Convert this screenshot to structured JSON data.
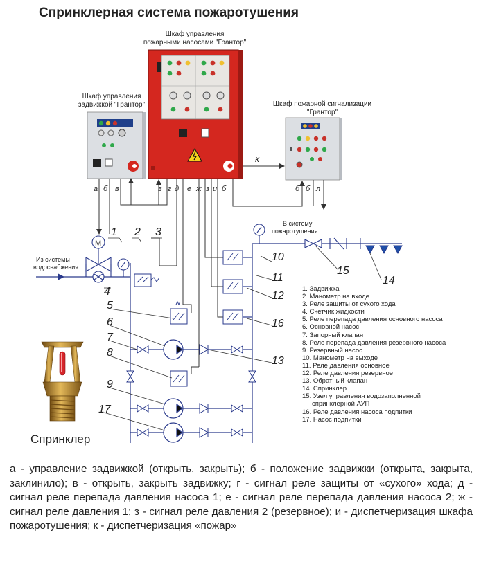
{
  "title": "Спринклерная система пожаротушения",
  "cabinets": {
    "pump_control": {
      "line1": "Шкаф управления",
      "line2": "пожарными насосами \"Грантор\""
    },
    "valve_control": {
      "line1": "Шкаф управления",
      "line2": "задвижкой \"Грантор\""
    },
    "fire_alarm": {
      "line1": "Шкаф пожарной сигнализации",
      "line2": "\"Грантор\""
    }
  },
  "signal_letters": {
    "valve_left": [
      "а",
      "б",
      "в"
    ],
    "pump_bottom": [
      "в",
      "г",
      "д",
      "е",
      "ж",
      "з",
      "и",
      "б"
    ],
    "alarm_bottom": [
      "б",
      "б",
      "л"
    ],
    "link_k": "к"
  },
  "inlet_label": {
    "line1": "Из системы",
    "line2": "водоснабжения"
  },
  "outlet_label": {
    "line1": "В систему",
    "line2": "пожаротушения"
  },
  "motor_symbol": "М",
  "component_numbers": [
    "1",
    "2",
    "3",
    "4",
    "5",
    "6",
    "7",
    "8",
    "9",
    "17",
    "10",
    "11",
    "12",
    "16",
    "13",
    "15",
    "14"
  ],
  "legend": [
    "1. Задвижка",
    "2. Манометр на входе",
    "3. Реле защиты от сухого хода",
    "4. Счетчик жидкости",
    "5. Реле перепада давления основного насоса",
    "6. Основной насос",
    "7. Запорный клапан",
    "8. Реле перепада давления резервного насоса",
    "9. Резервный насос",
    "10. Манометр на выходе",
    "11. Реле давления основное",
    "12. Реле давления резервное",
    "13. Обратный клапан",
    "14. Спринклер",
    "15. Узел управления водозаполненной",
    "спринклерной АУП",
    "16. Реле давления насоса подпитки",
    "17. Насос подпитки"
  ],
  "sprinkler_caption": "Спринклер",
  "notes": "а - управление задвижкой (открыть, закрыть); б - положение задвижки (открыта, закрыта, заклинило); в - открыть, закрыть задвижку; г - сигнал реле защиты от «сухого» хода; д - сигнал реле перепада давления насоса 1; е - сигнал реле перепада давления насоса 2; ж - сигнал реле давления 1; з - сигнал реле давления 2 (резервное); и - диспетчеризация шкафа пожаротушения; к - диспетчеризация «пожар»",
  "colors": {
    "pump_cabinet": "#d4271f",
    "panel_gray": "#dcdfe3",
    "pipe": "#2a3a8c",
    "wire": "#333333",
    "sprinkler_head": "#1f4fa8",
    "brass": "#b8892a"
  }
}
